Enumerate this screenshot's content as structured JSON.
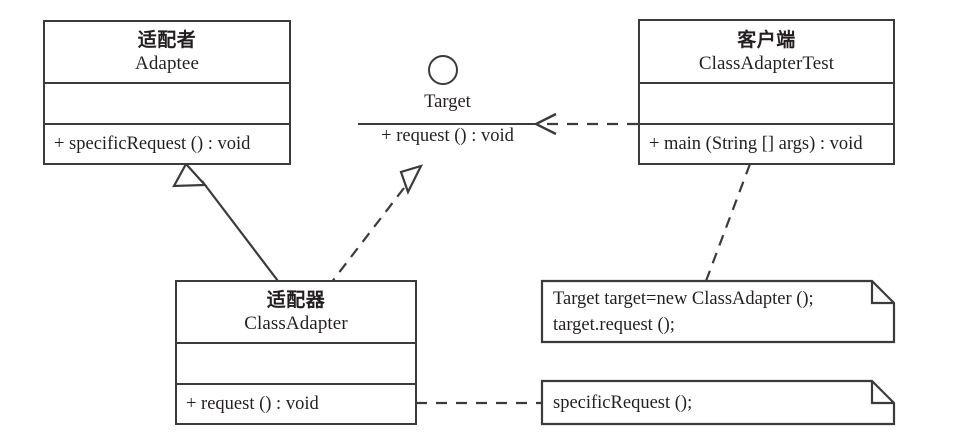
{
  "diagram": {
    "title": "Class Adapter Pattern UML Class Diagram",
    "background_color": "#ffffff",
    "stroke_color": "#3b3b3d",
    "text_color": "#231f20"
  },
  "classes": [
    {
      "id": "adaptee",
      "role_label": "适配者",
      "class_name": "Adaptee",
      "attributes": [],
      "operations": [
        "+ specificRequest () : void"
      ]
    },
    {
      "id": "client",
      "role_label": "客户端",
      "class_name": "ClassAdapterTest",
      "attributes": [],
      "operations": [
        "+ main (String [] args) : void"
      ]
    },
    {
      "id": "classadapter",
      "role_label": "适配器",
      "class_name": "ClassAdapter",
      "attributes": [],
      "operations": [
        "+ request () : void"
      ]
    }
  ],
  "interface": {
    "id": "target",
    "name": "Target",
    "operation": "+ request () : void",
    "notation": "lollipop-circle"
  },
  "notes": [
    {
      "id": "note-client-code",
      "lines": [
        "Target target=new ClassAdapter ();",
        "target.request ();"
      ]
    },
    {
      "id": "note-adapter-code",
      "lines": [
        "specificRequest ();"
      ]
    }
  ],
  "relationships": [
    {
      "id": "generalization-adapter-to-adaptee",
      "type": "generalization",
      "line_style": "solid",
      "arrowhead": "hollow-triangle",
      "from": "ClassAdapter",
      "to": "Adaptee"
    },
    {
      "id": "realization-adapter-to-target",
      "type": "realization",
      "line_style": "dashed",
      "arrowhead": "hollow-triangle",
      "from": "ClassAdapter",
      "to": "Target"
    },
    {
      "id": "dependency-client-to-target",
      "type": "dependency",
      "line_style": "dashed",
      "arrowhead": "open-arrow",
      "from": "ClassAdapterTest",
      "to": "Target"
    },
    {
      "id": "anchor-client-note",
      "type": "note-anchor",
      "line_style": "dashed",
      "arrowhead": "none",
      "from": "ClassAdapterTest",
      "to": "note-client-code"
    },
    {
      "id": "anchor-adapter-note",
      "type": "note-anchor",
      "line_style": "dashed",
      "arrowhead": "none",
      "from": "ClassAdapter",
      "to": "note-adapter-code"
    }
  ]
}
